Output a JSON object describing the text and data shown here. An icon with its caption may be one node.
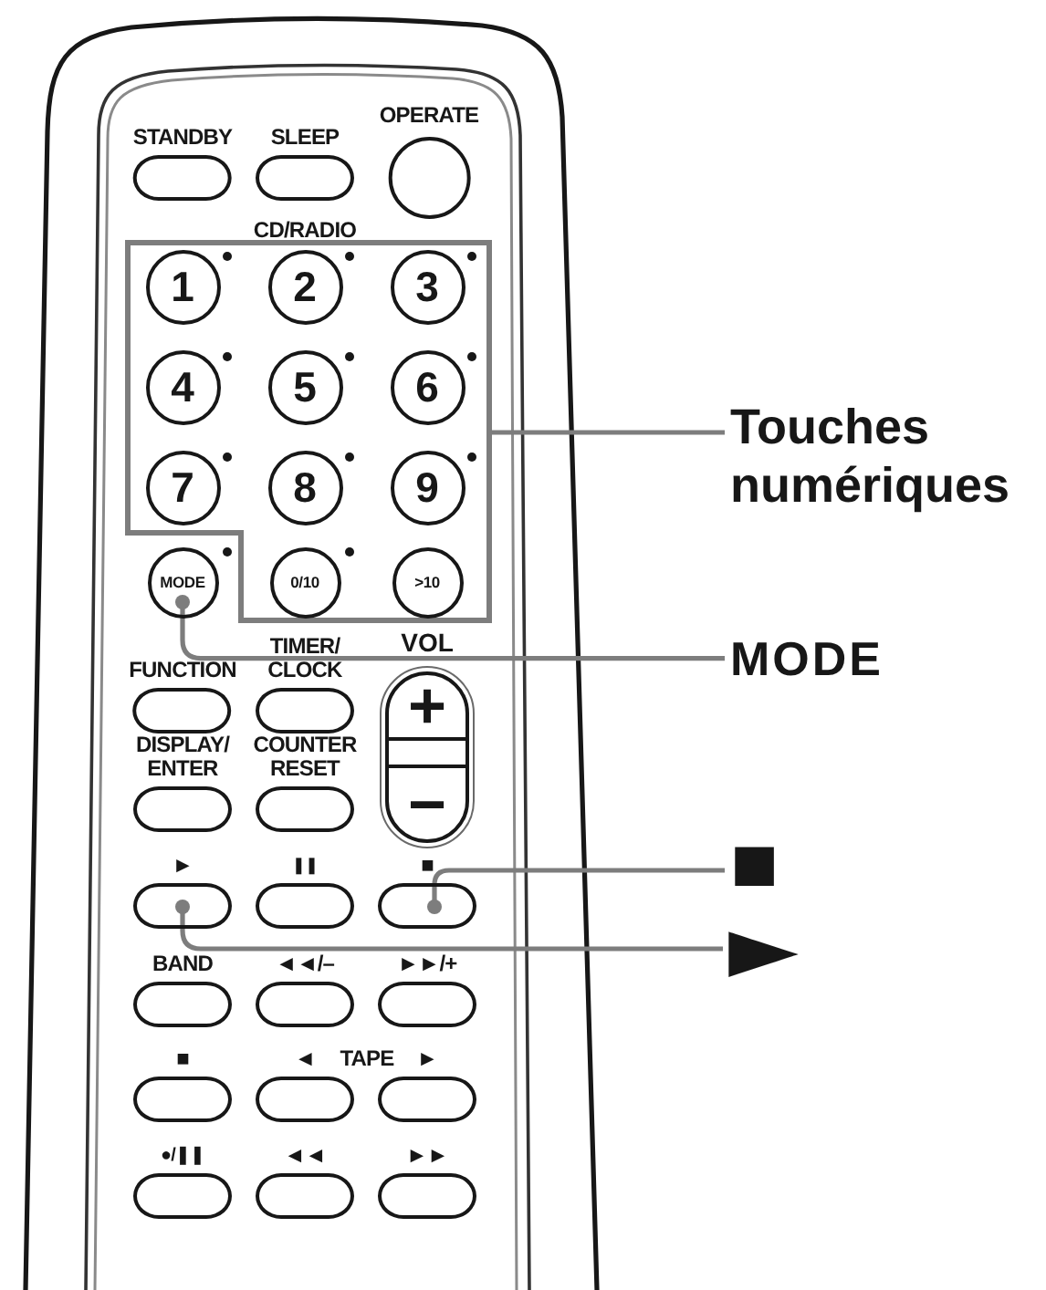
{
  "diagram": {
    "nodes": [
      {
        "text": [
          "STANDBY"
        ]
      },
      {
        "text": [
          "SLEEP"
        ]
      },
      {
        "text": [
          "OPERATE"
        ]
      },
      {
        "text": [],
        "shape": "box"
      },
      {
        "text": [
          "1"
        ],
        "in": 3
      },
      {
        "text": [
          "2"
        ],
        "in": 3
      },
      {
        "text": [
          "3"
        ],
        "in": 3
      },
      {
        "text": [
          "4"
        ],
        "in": 3
      },
      {
        "text": [
          "5"
        ],
        "in": 3
      },
      {
        "text": [
          "6"
        ],
        "in": 3
      },
      {
        "text": [
          "7"
        ],
        "in": 3
      },
      {
        "text": [
          "8"
        ],
        "in": 3
      },
      {
        "text": [
          "9"
        ],
        "in": 3
      },
      {
        "text": [
          "MODE"
        ]
      },
      {
        "text": [
          "0/10"
        ],
        "in": 3
      },
      {
        "text": [
          ">10"
        ],
        "in": 3
      },
      {
        "text": [
          "FUNCTION"
        ]
      },
      {
        "text": [
          "TIMER/ CLOCK"
        ]
      },
      {
        "text": [
          "VOL",
          "+",
          "−"
        ]
      },
      {
        "text": [
          "DISPLAY/ ENTER"
        ]
      },
      {
        "text": [
          "COUNTER RESET"
        ]
      },
      {
        "text": [
          "►"
        ]
      },
      {
        "text": [
          "❚❚"
        ]
      },
      {
        "text": [
          "■"
        ]
      },
      {
        "text": [
          "BAND"
        ]
      },
      {
        "text": [
          "◄◄/–"
        ]
      },
      {
        "text": [
          "►►/+"
        ]
      },
      {
        "text": [
          "■"
        ]
      },
      {
        "text": [
          "◄"
        ]
      },
      {
        "text": [
          "►"
        ]
      },
      {
        "text": [
          "●/❚❚"
        ]
      },
      {
        "text": [
          "◄◄"
        ]
      },
      {
        "text": [
          "►►"
        ]
      },
      {
        "text": [
          "Touches numériques"
        ]
      },
      {
        "text": [
          "MODE"
        ]
      },
      {
        "text": [
          "■"
        ]
      },
      {
        "text": [
          "►"
        ]
      }
    ],
    "edges": [
      {
        "from": 33,
        "to": 3,
        "arrow": "none"
      },
      {
        "from": 34,
        "to": 13,
        "arrow": "other"
      },
      {
        "from": 35,
        "to": 23,
        "arrow": "other"
      },
      {
        "from": 36,
        "to": 21,
        "arrow": "other"
      }
    ],
    "labels": [
      "CD/RADIO",
      "TAPE"
    ]
  }
}
